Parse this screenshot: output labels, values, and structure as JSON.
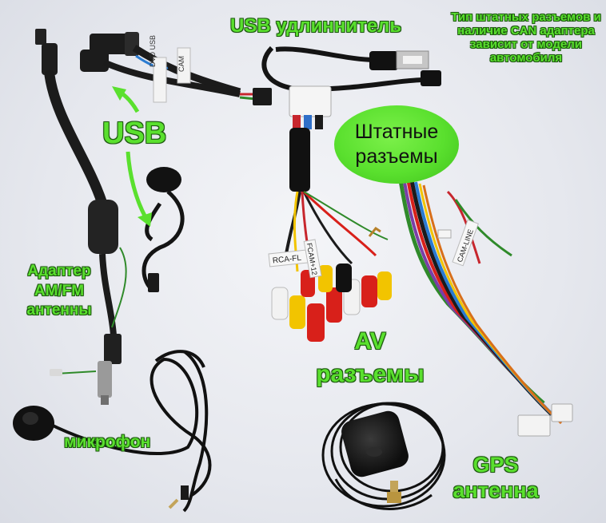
{
  "labels": {
    "usb_extension": "USB удлиннитель",
    "car_note": "Тип штатных разъемов и наличие CAN адаптера зависит от модели автомобиля",
    "usb": "USB",
    "fm_adapter": "Адаптер AM/FM антенны",
    "stock_connectors": "Штатные\nразъемы",
    "av_connectors": "AV разъемы",
    "microphone": "микрофон",
    "gps_antenna": "GPS антенна"
  },
  "cable_tags": {
    "usb_harness_tag_1": "DVD USB",
    "usb_harness_tag_2": "CAM",
    "av_tag_1": "RCA-FL",
    "av_tag_2": "FCAM+12",
    "main_tag": "CAM-LINE"
  },
  "colors": {
    "label_green": "#5ae02e",
    "label_outline": "#1e5a10",
    "bubble_green": "#5ae02e",
    "cable_black": "#1b1b1b",
    "rca_red": "#d8201a",
    "rca_white": "#f2f2f2",
    "rca_yellow": "#f2c400",
    "connector_white": "#f4f4f4"
  },
  "icons": [
    "arrow-up-icon",
    "arrow-down-icon"
  ]
}
